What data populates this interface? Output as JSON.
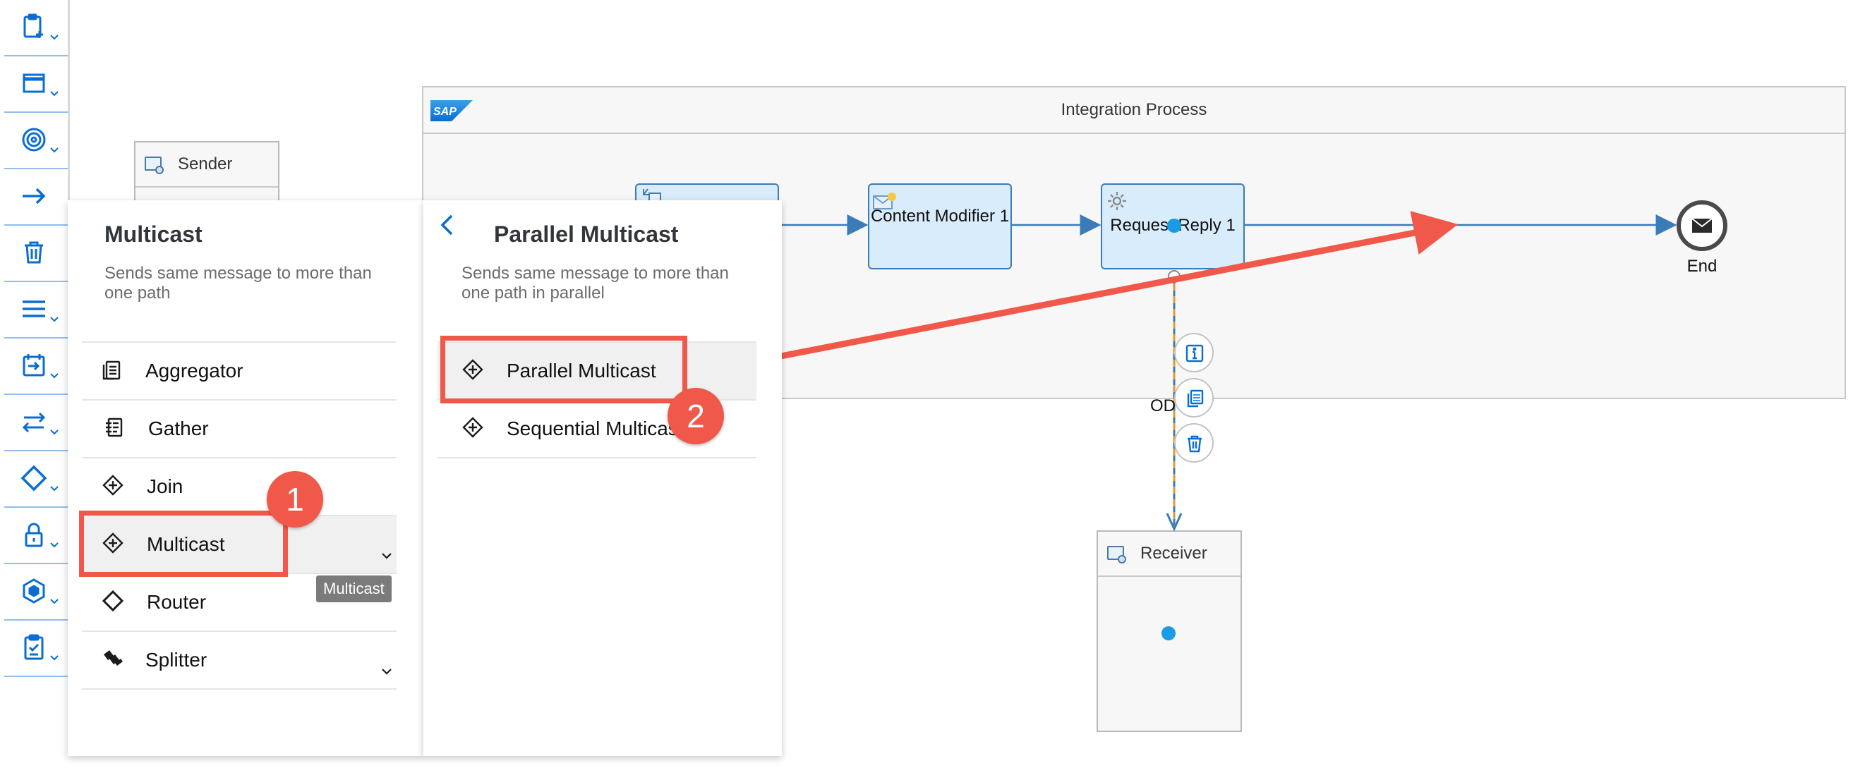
{
  "toolbar": {
    "tools": [
      {
        "icon": "add-participant-icon"
      },
      {
        "icon": "process-icon"
      },
      {
        "icon": "events-icon"
      },
      {
        "icon": "connector-arrow-icon"
      },
      {
        "icon": "delete-icon"
      },
      {
        "icon": "call-menu-icon"
      },
      {
        "icon": "message-transformer-icon"
      },
      {
        "icon": "mapping-icon"
      },
      {
        "icon": "routing-diamond-icon"
      },
      {
        "icon": "security-lock-icon"
      },
      {
        "icon": "persistence-cube-icon"
      },
      {
        "icon": "validator-icon"
      }
    ]
  },
  "diagram": {
    "pool_title": "Integration Process",
    "logo_text": "SAP",
    "sender": {
      "label": "Sender"
    },
    "receiver": {
      "label": "Receiver"
    },
    "steps": {
      "content_modifier": "Content Modifier 1",
      "request_reply": "Request Reply 1"
    },
    "end_label": "End",
    "connection_label": "OD"
  },
  "panel_left": {
    "title": "Multicast",
    "description": "Sends same message to more than one path",
    "items": [
      {
        "label": "Aggregator",
        "icon": "aggregator-icon"
      },
      {
        "label": "Gather",
        "icon": "gather-icon"
      },
      {
        "label": "Join",
        "icon": "join-icon"
      },
      {
        "label": "Multicast",
        "icon": "multicast-icon"
      },
      {
        "label": "Router",
        "icon": "router-icon"
      },
      {
        "label": "Splitter",
        "icon": "splitter-icon"
      }
    ],
    "tooltip": "Multicast"
  },
  "panel_right": {
    "title": "Parallel Multicast",
    "description": "Sends same message to more than one path in parallel",
    "items": [
      {
        "label": "Parallel Multicast",
        "icon": "parallel-multicast-icon"
      },
      {
        "label": "Sequential Multicast",
        "icon": "sequential-multicast-icon"
      }
    ]
  },
  "annotations": {
    "step1": "1",
    "step2": "2",
    "highlight_color": "#f0584a"
  },
  "colors": {
    "accent": "#0a6ed1",
    "step_fill": "#d8ecfb",
    "connector": "#3a7cb8",
    "dot": "#1a9be6"
  }
}
